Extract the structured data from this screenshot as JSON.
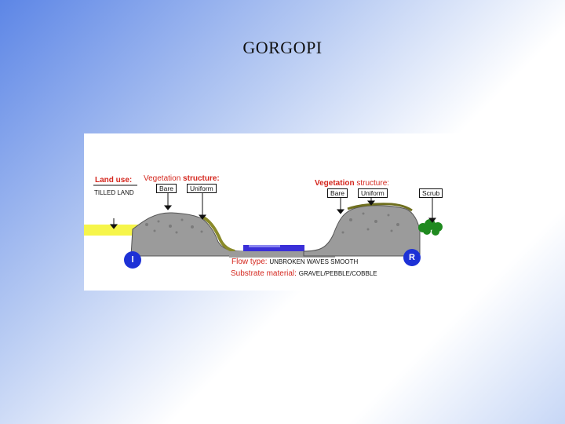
{
  "slide": {
    "title": "GORGOPI"
  },
  "left": {
    "land_use_label": "Land use:",
    "land_use_value": "TILLED LAND",
    "veg_label_prefix": "Vegetation",
    "veg_label_suffix": "structure:",
    "boxes": [
      "Bare",
      "Uniform"
    ]
  },
  "right": {
    "veg_label_prefix": "Vegetation",
    "veg_label_suffix": "structure:",
    "boxes": [
      "Bare",
      "Uniform"
    ],
    "scrub": "Scrub"
  },
  "channel": {
    "flow_label": "Flow type:",
    "flow_value": "UNBROKEN WAVES  SMOOTH",
    "substrate_label": "Substrate material:",
    "substrate_value": "GRAVEL/PEBBLE/COBBLE"
  },
  "badges": {
    "left": "l",
    "right": "R"
  },
  "colors": {
    "label_red": "#d4261d",
    "badge_blue": "#1d31d6",
    "water_blue": "#3a2fd8",
    "yellow_field": "#f4f32a",
    "bank_grey": "#9a9a9a",
    "grass_olive": "#8a8a2a",
    "scrub_green": "#1f8a1f"
  }
}
